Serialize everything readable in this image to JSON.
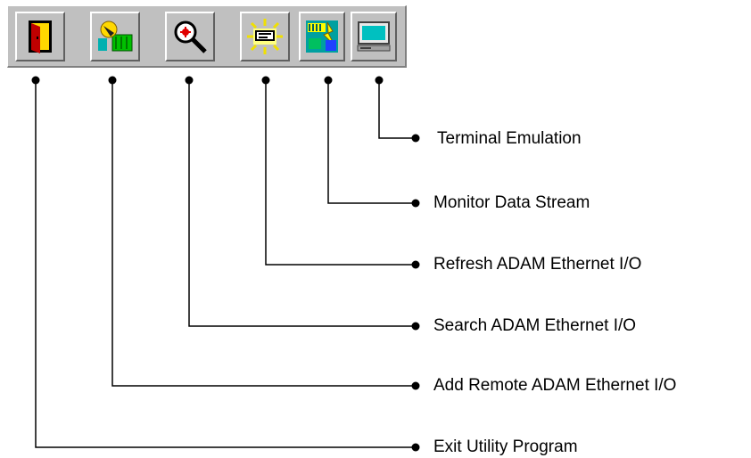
{
  "toolbar": {
    "buttons": [
      {
        "icon": "exit-door-icon",
        "label": "Exit Utility Program"
      },
      {
        "icon": "add-remote-icon",
        "label": "Add Remote ADAM Ethernet I/O"
      },
      {
        "icon": "search-magnifier-icon",
        "label": "Search ADAM Ethernet I/O"
      },
      {
        "icon": "refresh-icon",
        "label": "Refresh ADAM Ethernet I/O"
      },
      {
        "icon": "monitor-data-stream-icon",
        "label": "Monitor Data Stream"
      },
      {
        "icon": "terminal-icon",
        "label": "Terminal Emulation"
      }
    ]
  },
  "colors": {
    "toolbar_face": "#c0c0c0",
    "line": "#000000"
  }
}
